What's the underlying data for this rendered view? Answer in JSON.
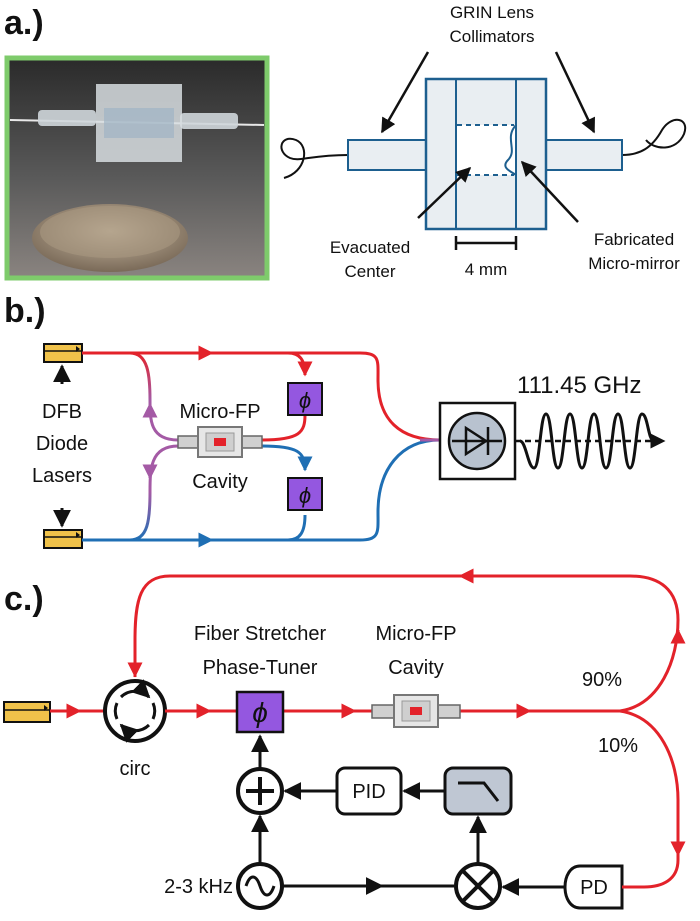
{
  "colors": {
    "red": "#e3222a",
    "blue": "#1f6fb4",
    "purple": "#a45aa5",
    "phase_box": "#9457e0",
    "laser_yellow": "#f0c24a",
    "dark": "#111111",
    "photo_border": "#7ecb6b",
    "device_blue": "#1d5f8f",
    "device_fill": "#e9eef2",
    "detector_fill": "#b8c2cf",
    "filter_fill": "#bfc7d3"
  },
  "panel_a": {
    "label": "a.)",
    "photo_alt": "photo",
    "grin_label_line1": "GRIN Lens",
    "grin_label_line2": "Collimators",
    "evacuated_line1": "Evacuated",
    "evacuated_line2": "Center",
    "scale_label": "4 mm",
    "mirror_line1": "Fabricated",
    "mirror_line2": "Micro-mirror"
  },
  "panel_b": {
    "label": "b.)",
    "lasers_line1": "DFB",
    "lasers_line2": "Diode",
    "lasers_line3": "Lasers",
    "cavity_line1": "Micro-FP",
    "cavity_line2": "Cavity",
    "phase_symbol": "ϕ",
    "frequency": "111.45 GHz",
    "icons": [
      "laser-icon",
      "phase-shifter-icon",
      "photodiode-icon",
      "waveform-icon"
    ]
  },
  "panel_c": {
    "label": "c.)",
    "stretcher_line1": "Fiber Stretcher",
    "stretcher_line2": "Phase-Tuner",
    "cavity_line1": "Micro-FP",
    "cavity_line2": "Cavity",
    "circ_label": "circ",
    "split_90": "90%",
    "split_10": "10%",
    "pid_label": "PID",
    "pd_label": "PD",
    "osc_freq": "2-3 kHz",
    "phase_symbol": "ϕ",
    "icons": [
      "circulator-icon",
      "summer-icon",
      "lowpass-filter-icon",
      "mixer-icon",
      "oscillator-icon"
    ]
  }
}
